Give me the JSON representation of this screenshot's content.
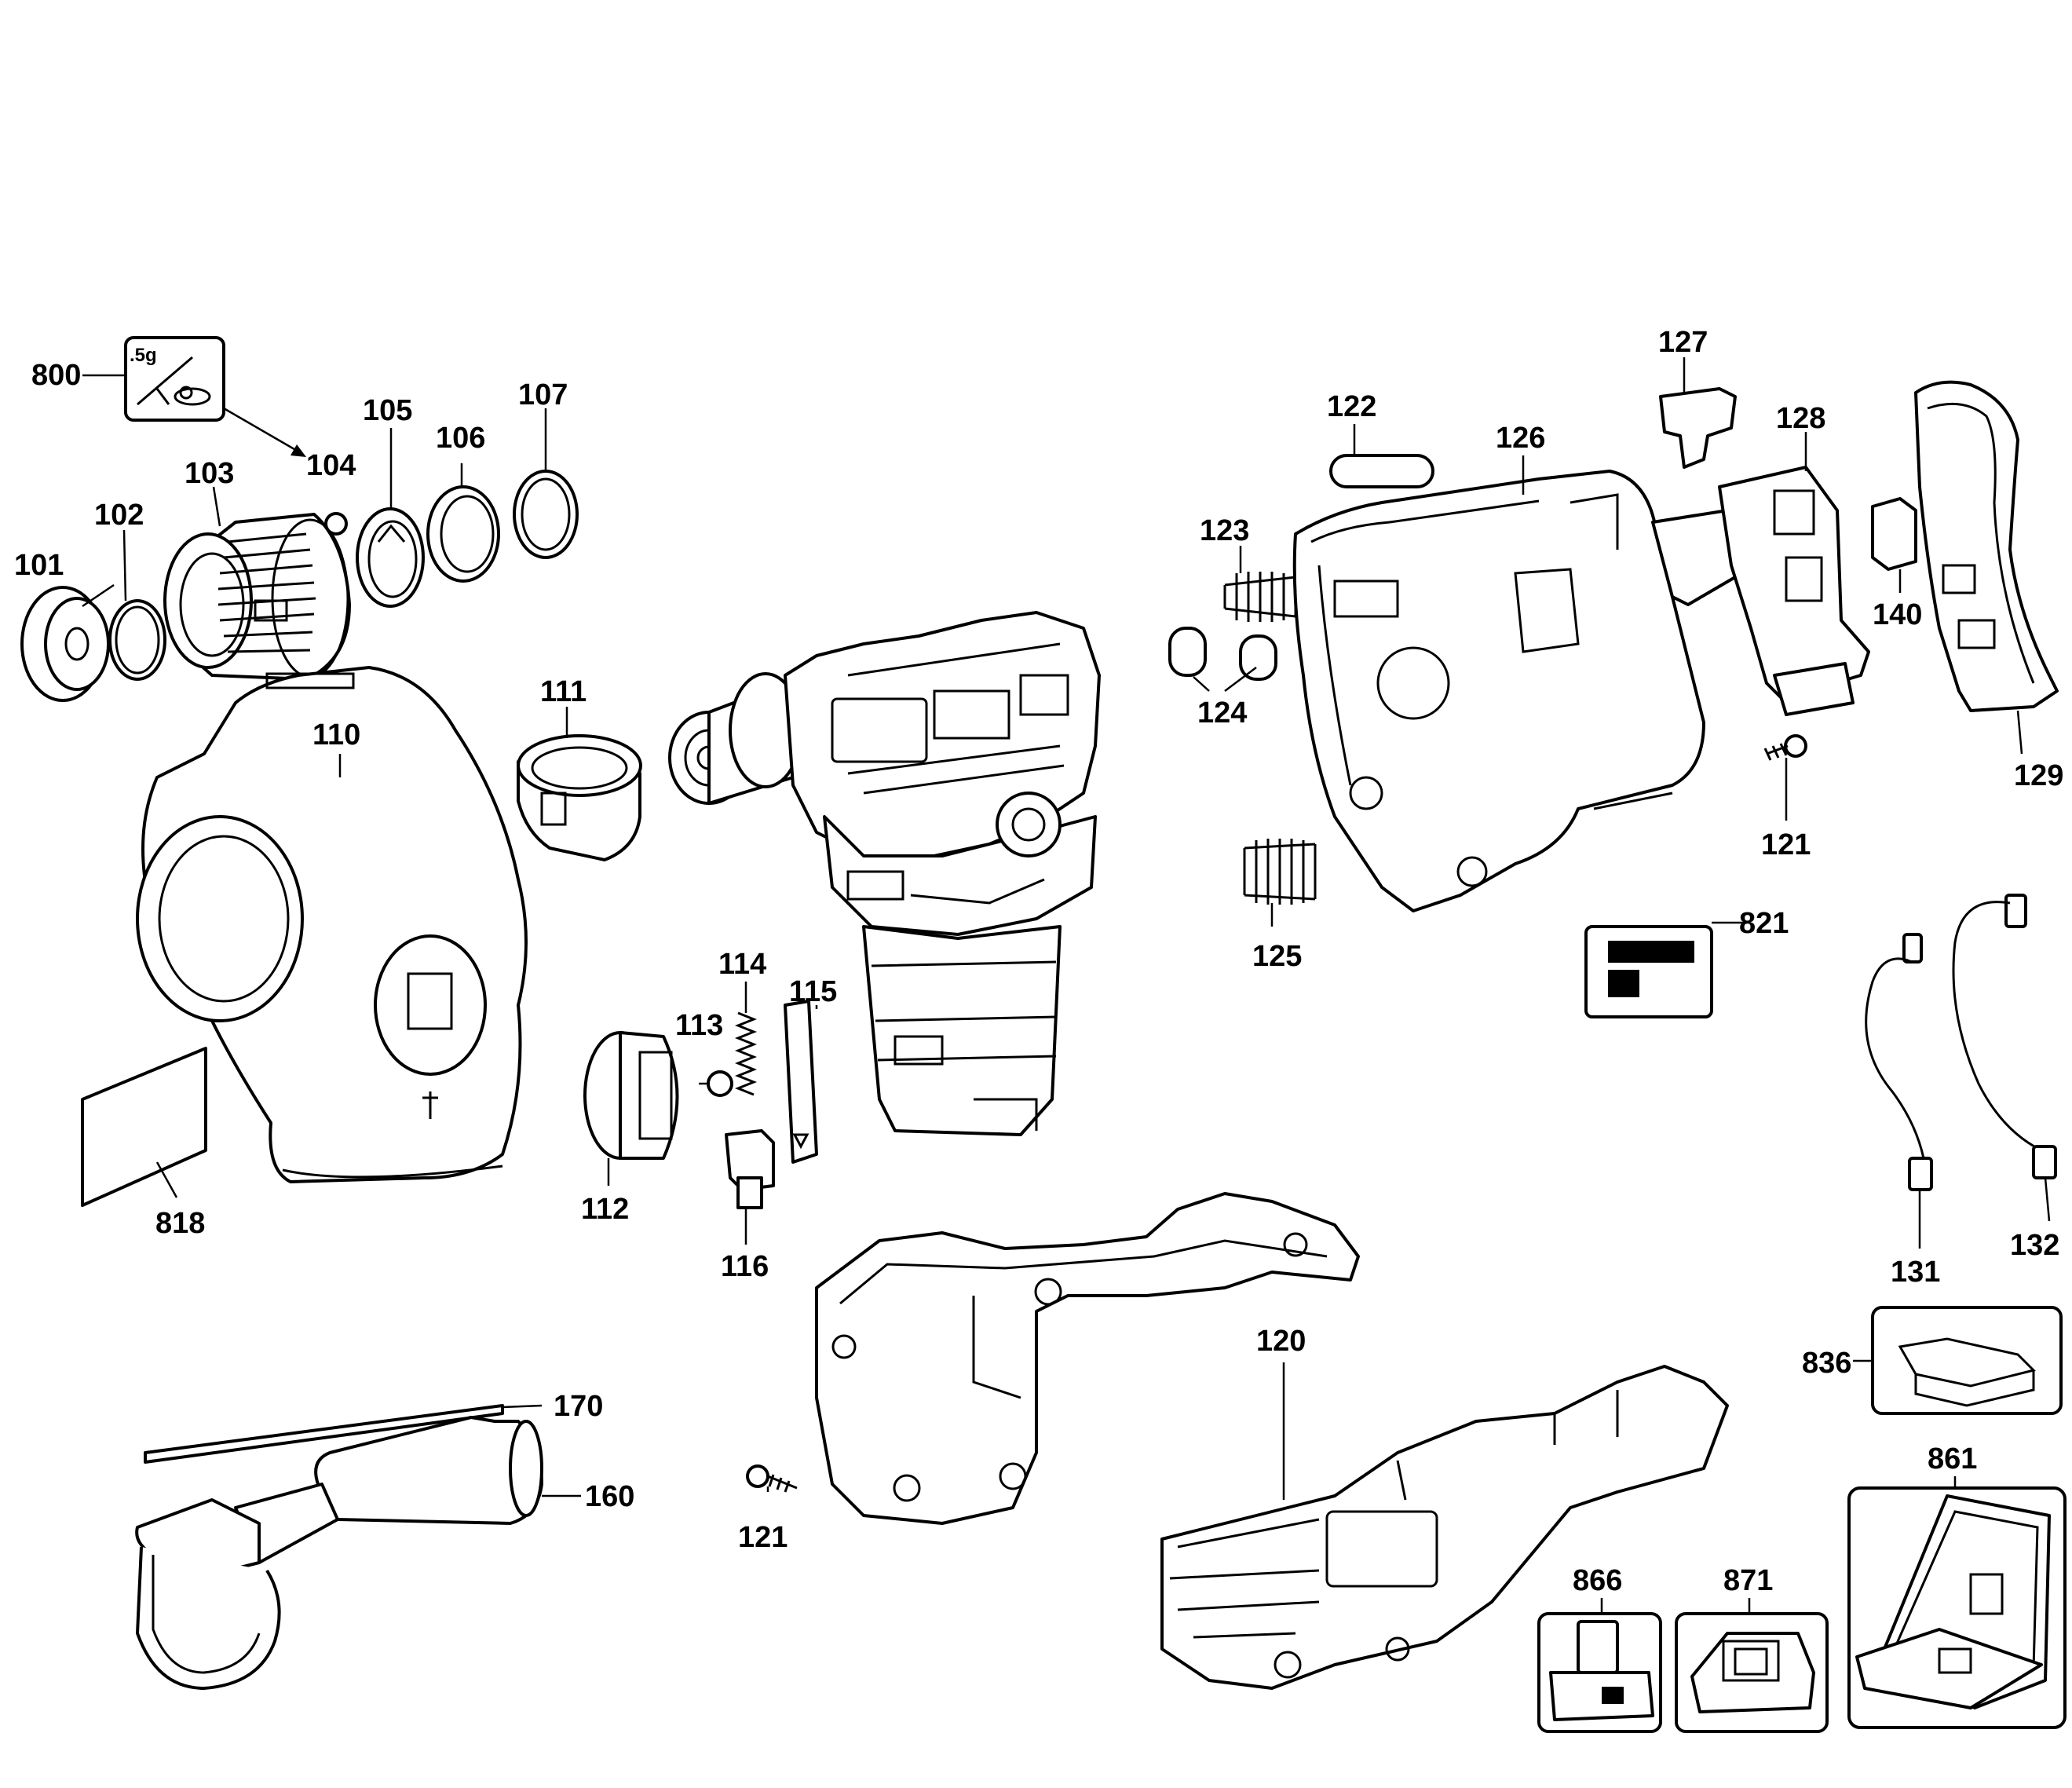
{
  "diagram": {
    "labels": [
      {
        "id": "l800",
        "text": "800"
      },
      {
        "id": "l5g",
        "text": ".5g"
      },
      {
        "id": "l101",
        "text": "101"
      },
      {
        "id": "l102",
        "text": "102"
      },
      {
        "id": "l103",
        "text": "103"
      },
      {
        "id": "l104",
        "text": "104"
      },
      {
        "id": "l105",
        "text": "105"
      },
      {
        "id": "l106",
        "text": "106"
      },
      {
        "id": "l107",
        "text": "107"
      },
      {
        "id": "l110",
        "text": "110"
      },
      {
        "id": "l111",
        "text": "111"
      },
      {
        "id": "l112",
        "text": "112"
      },
      {
        "id": "l113",
        "text": "113"
      },
      {
        "id": "l114",
        "text": "114"
      },
      {
        "id": "l115",
        "text": "115"
      },
      {
        "id": "l116",
        "text": "116"
      },
      {
        "id": "l818",
        "text": "818"
      },
      {
        "id": "l170",
        "text": "170"
      },
      {
        "id": "l160",
        "text": "160"
      },
      {
        "id": "l121a",
        "text": "121"
      },
      {
        "id": "l120",
        "text": "120"
      },
      {
        "id": "l122",
        "text": "122"
      },
      {
        "id": "l123",
        "text": "123"
      },
      {
        "id": "l124",
        "text": "124"
      },
      {
        "id": "l125",
        "text": "125"
      },
      {
        "id": "l126",
        "text": "126"
      },
      {
        "id": "l127",
        "text": "127"
      },
      {
        "id": "l128",
        "text": "128"
      },
      {
        "id": "l129",
        "text": "129"
      },
      {
        "id": "l140",
        "text": "140"
      },
      {
        "id": "l121b",
        "text": "121"
      },
      {
        "id": "l821",
        "text": "821"
      },
      {
        "id": "l131",
        "text": "131"
      },
      {
        "id": "l132",
        "text": "132"
      },
      {
        "id": "l836",
        "text": "836"
      },
      {
        "id": "l861",
        "text": "861"
      },
      {
        "id": "l866",
        "text": "866"
      },
      {
        "id": "l871",
        "text": "871"
      }
    ]
  }
}
